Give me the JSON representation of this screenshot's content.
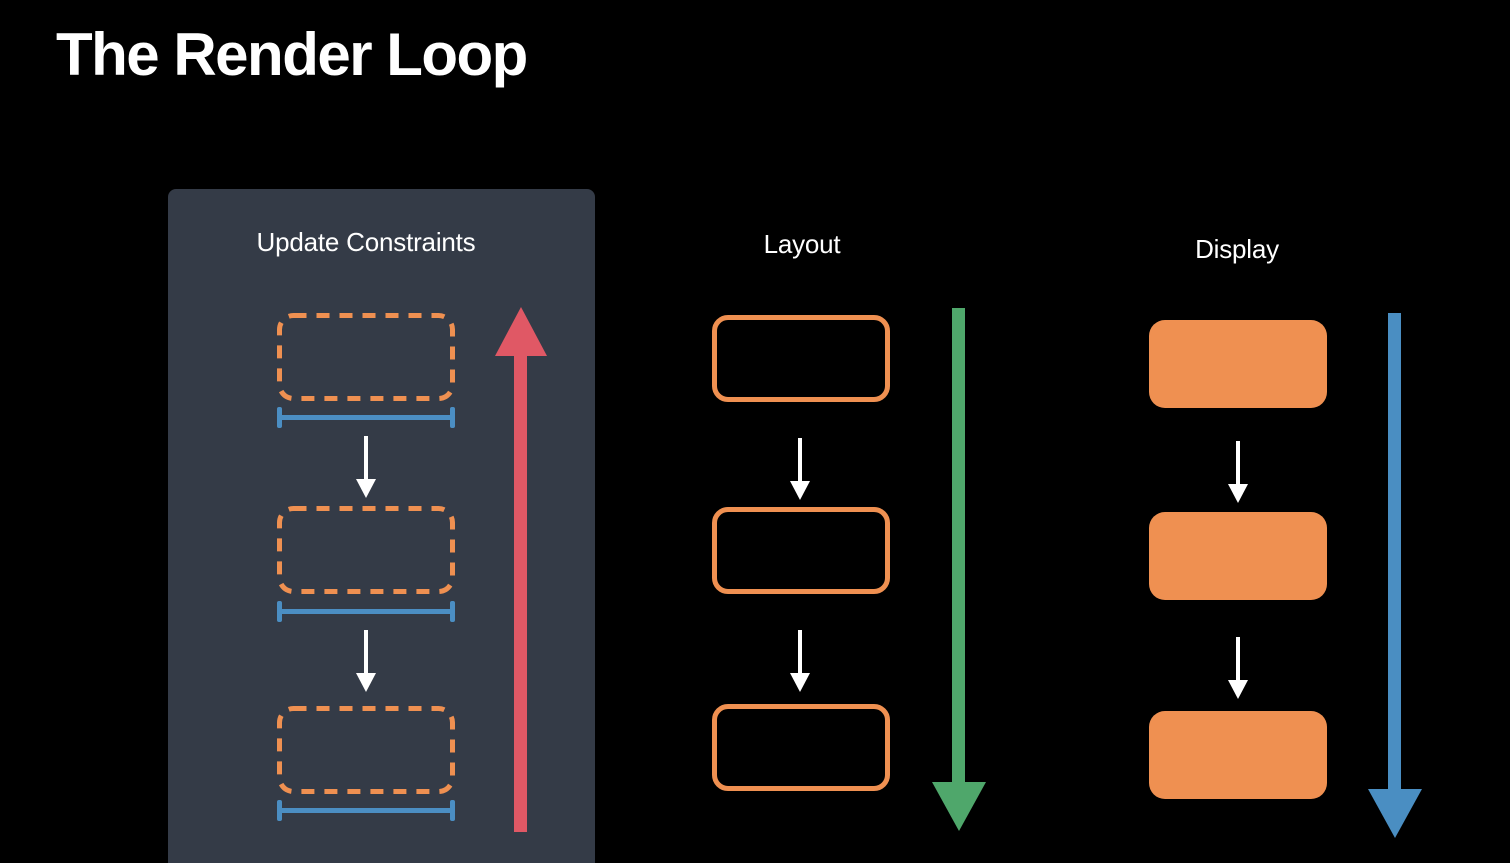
{
  "title": "The Render Loop",
  "columns": [
    {
      "id": "update-constraints",
      "label": "Update Constraints",
      "box_style": "dashed-outline",
      "box_count": 3,
      "has_measurement_bars": true,
      "highlighted_panel": true,
      "flow_arrow": {
        "direction": "up",
        "color": "#E05865"
      }
    },
    {
      "id": "layout",
      "label": "Layout",
      "box_style": "solid-outline",
      "box_count": 3,
      "has_measurement_bars": false,
      "highlighted_panel": false,
      "flow_arrow": {
        "direction": "down",
        "color": "#4FA76B"
      }
    },
    {
      "id": "display",
      "label": "Display",
      "box_style": "filled",
      "box_count": 3,
      "has_measurement_bars": false,
      "highlighted_panel": false,
      "flow_arrow": {
        "direction": "down",
        "color": "#4A8EC2"
      }
    }
  ],
  "colors": {
    "background": "#000000",
    "panel_background": "#343B47",
    "box_orange": "#EF9051",
    "measurement_blue": "#4B8EC3",
    "arrow_red": "#E05865",
    "arrow_green": "#4FA76B",
    "arrow_blue": "#4A8EC2",
    "text_white": "#FFFFFF"
  }
}
